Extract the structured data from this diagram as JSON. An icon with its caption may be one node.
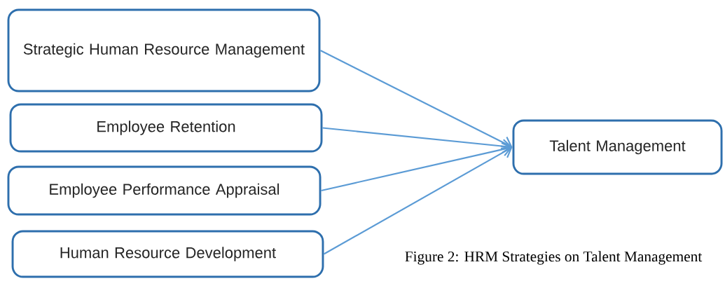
{
  "diagram": {
    "caption": "Figure 2: HRM Strategies on Talent Management",
    "nodes": [
      {
        "text": [
          "Strategic Human Resource Management"
        ]
      },
      {
        "text": [
          "Employee Retention"
        ]
      },
      {
        "text": [
          "Employee Performance Appraisal"
        ]
      },
      {
        "text": [
          "Human Resource Development"
        ]
      },
      {
        "text": [
          "Talent Management"
        ]
      }
    ],
    "edges": [
      {
        "from": 0,
        "to": 4,
        "arrow": "to"
      },
      {
        "from": 1,
        "to": 4,
        "arrow": "to"
      },
      {
        "from": 2,
        "to": 4,
        "arrow": "to"
      },
      {
        "from": 3,
        "to": 4,
        "arrow": "to"
      }
    ]
  }
}
